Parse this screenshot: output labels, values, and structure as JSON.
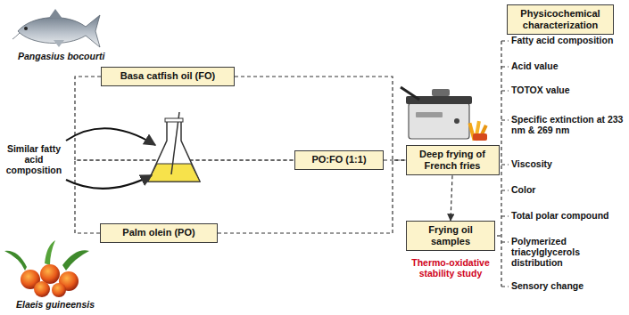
{
  "diagram": {
    "nodes": [
      {
        "text": [
          "Basa catfish oil (FO)"
        ]
      },
      {
        "text": [
          "PO:FO (1:1)"
        ]
      },
      {
        "text": [
          "Palm olein (PO)"
        ]
      },
      {
        "text": [
          "Deep frying of French fries"
        ]
      },
      {
        "text": [
          "Frying oil samples"
        ]
      },
      {
        "text": [
          "Physicochemical characterization"
        ]
      }
    ],
    "edges": [
      {
        "from": 0,
        "to": 1,
        "arrow": "none"
      },
      {
        "from": 2,
        "to": 1,
        "arrow": "none"
      },
      {
        "from": 0,
        "to": 3,
        "arrow": "none"
      },
      {
        "from": 1,
        "to": 3,
        "arrow": "none"
      },
      {
        "from": 2,
        "to": 3,
        "arrow": "none"
      },
      {
        "from": 3,
        "to": 4,
        "arrow": "to"
      }
    ],
    "labels": [
      "Pangasius bocourti",
      "Similar fatty acid composition",
      "Fatty acid composition",
      "Acid value",
      "TOTOX value",
      "Specific extinction at 233 nm & 269 nm",
      "Viscosity",
      "Color",
      "Total polar compound",
      "Polymerized triacylglycerols distribution",
      "Sensory change",
      "Thermo-oxidative stability study",
      "Elaeis guineensis"
    ]
  }
}
